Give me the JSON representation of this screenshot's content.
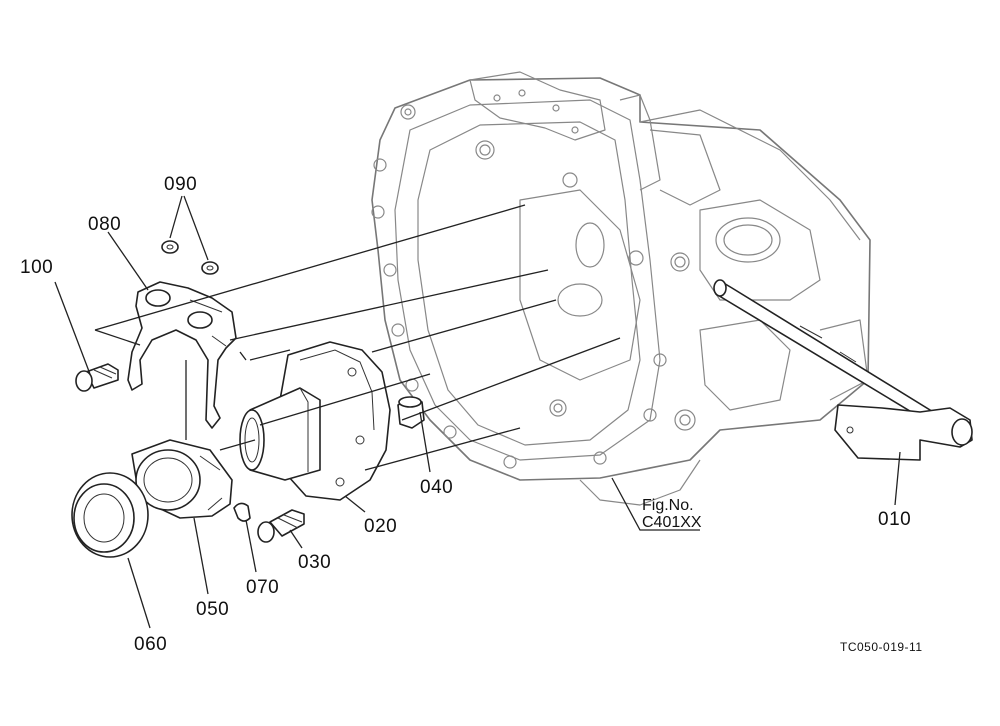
{
  "callouts": [
    {
      "id": "p010",
      "text": "010"
    },
    {
      "id": "p020",
      "text": "020"
    },
    {
      "id": "p030",
      "text": "030"
    },
    {
      "id": "p040",
      "text": "040"
    },
    {
      "id": "p050",
      "text": "050"
    },
    {
      "id": "p060",
      "text": "060"
    },
    {
      "id": "p070",
      "text": "070"
    },
    {
      "id": "p080",
      "text": "080"
    },
    {
      "id": "p090",
      "text": "090"
    },
    {
      "id": "p100",
      "text": "100"
    }
  ],
  "figure_ref": {
    "label": "Fig.No.",
    "code": "C401XX"
  },
  "drawing_code": "TC050-019-11"
}
